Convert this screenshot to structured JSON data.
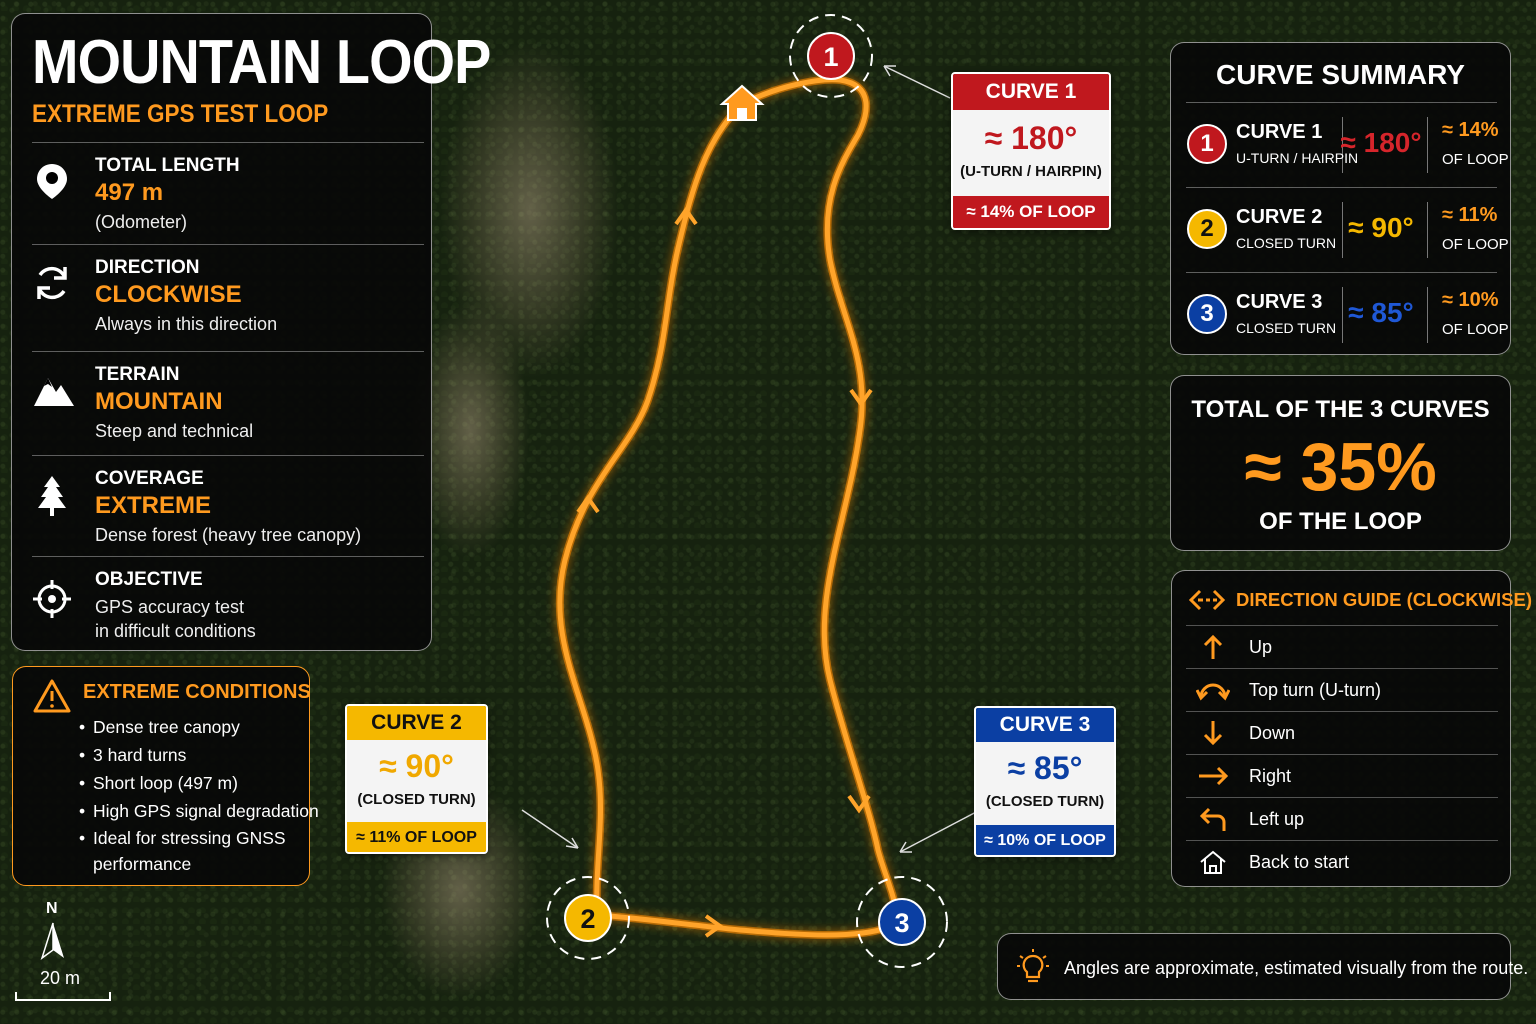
{
  "title": "MOUNTAIN LOOP",
  "subtitle": "EXTREME GPS TEST LOOP",
  "info": [
    {
      "label": "TOTAL LENGTH",
      "value": "497 m",
      "note": "(Odometer)",
      "icon": "map-pin-icon"
    },
    {
      "label": "DIRECTION",
      "value": "CLOCKWISE",
      "note": "Always in this direction",
      "icon": "refresh-arrows-icon"
    },
    {
      "label": "TERRAIN",
      "value": "MOUNTAIN",
      "note": "Steep and technical",
      "icon": "mountain-icon"
    },
    {
      "label": "COVERAGE",
      "value": "EXTREME",
      "note": "Dense forest (heavy tree canopy)",
      "icon": "tree-icon"
    },
    {
      "label": "OBJECTIVE",
      "value": "",
      "note": "GPS accuracy test",
      "note2": "in difficult conditions",
      "icon": "crosshair-icon"
    }
  ],
  "conditions": {
    "heading": "EXTREME CONDITIONS",
    "items": [
      "Dense tree canopy",
      "3 hard turns",
      "Short loop (497 m)",
      "High GPS signal degradation",
      "Ideal for stressing GNSS",
      "performance"
    ]
  },
  "curves": [
    {
      "number": "1",
      "name": "CURVE 1",
      "angle": "≈ 180°",
      "type": "(U-TURN / HAIRPIN)",
      "share": "≈ 14% OF LOOP",
      "color": "#c0181e"
    },
    {
      "number": "2",
      "name": "CURVE 2",
      "angle": "≈ 90°",
      "type": "(CLOSED TURN)",
      "share": "≈ 11% OF LOOP",
      "color": "#f5b800"
    },
    {
      "number": "3",
      "name": "CURVE 3",
      "angle": "≈ 85°",
      "type": "(CLOSED TURN)",
      "share": "≈ 10% OF LOOP",
      "color": "#0b3fa3"
    }
  ],
  "summary": {
    "heading": "CURVE SUMMARY",
    "rows": [
      {
        "number": "1",
        "name": "CURVE 1",
        "type": "U-TURN / HAIRPIN",
        "angle": "≈ 180°",
        "pct": "≈ 14%",
        "of": "OF LOOP",
        "color": "#c0181e",
        "angle_color": "#d6252b"
      },
      {
        "number": "2",
        "name": "CURVE 2",
        "type": "CLOSED TURN",
        "angle": "≈ 90°",
        "pct": "≈ 11%",
        "of": "OF LOOP",
        "color": "#f5b800",
        "angle_color": "#f5b800"
      },
      {
        "number": "3",
        "name": "CURVE 3",
        "type": "CLOSED TURN",
        "angle": "≈ 85°",
        "pct": "≈ 10%",
        "of": "OF LOOP",
        "color": "#0b3fa3",
        "angle_color": "#1f58d6"
      }
    ]
  },
  "total": {
    "line1": "TOTAL OF THE 3 CURVES",
    "value": "≈ 35%",
    "line3": "OF THE LOOP"
  },
  "guide": {
    "heading": "DIRECTION GUIDE (CLOCKWISE)",
    "rows": [
      {
        "label": "Up",
        "icon": "arrow-up-icon"
      },
      {
        "label": "Top turn (U-turn)",
        "icon": "u-turn-icon"
      },
      {
        "label": "Down",
        "icon": "arrow-down-icon"
      },
      {
        "label": "Right",
        "icon": "arrow-right-icon"
      },
      {
        "label": "Left up",
        "icon": "arrow-left-up-icon"
      },
      {
        "label": "Back to start",
        "icon": "home-icon"
      }
    ]
  },
  "tip": "Angles are approximate, estimated visually from the route.",
  "north_label": "N",
  "scale_label": "20 m",
  "accent_color": "#ff9a1f"
}
